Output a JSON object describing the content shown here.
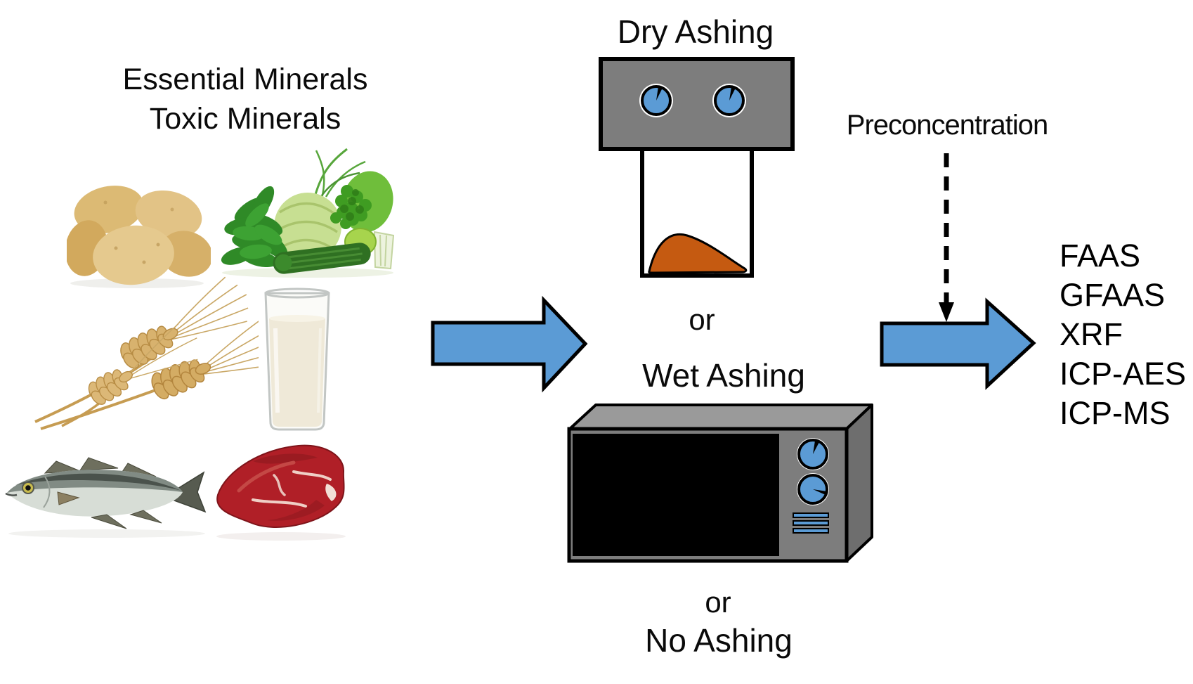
{
  "samples": {
    "title_line1": "Essential Minerals",
    "title_line2": "Toxic Minerals",
    "food_icons": [
      {
        "name": "potatoes"
      },
      {
        "name": "leafy-greens"
      },
      {
        "name": "wheat"
      },
      {
        "name": "glass-of-milk"
      },
      {
        "name": "fish"
      },
      {
        "name": "red-meat"
      }
    ]
  },
  "process": {
    "dry_ashing_label": "Dry Ashing",
    "or_label_1": "or",
    "wet_ashing_label": "Wet Ashing",
    "or_label_2": "or",
    "no_ashing_label": "No Ashing",
    "dry_ashing_icon": "muffle-furnace-with-crucible",
    "wet_ashing_icon": "microwave-digestion-oven"
  },
  "analysis": {
    "preconcentration_label": "Preconcentration",
    "methods": [
      "FAAS",
      "GFAAS",
      "XRF",
      "ICP-AES",
      "ICP-MS"
    ]
  },
  "colors": {
    "accent_blue": "#5B9BD5",
    "appliance_gray": "#7D7D7D",
    "appliance_top_gray": "#9A9A9A",
    "appliance_side_gray": "#6E6E6E",
    "ash_orange": "#C55A11",
    "text": "#000000",
    "background": "#FFFFFF"
  }
}
